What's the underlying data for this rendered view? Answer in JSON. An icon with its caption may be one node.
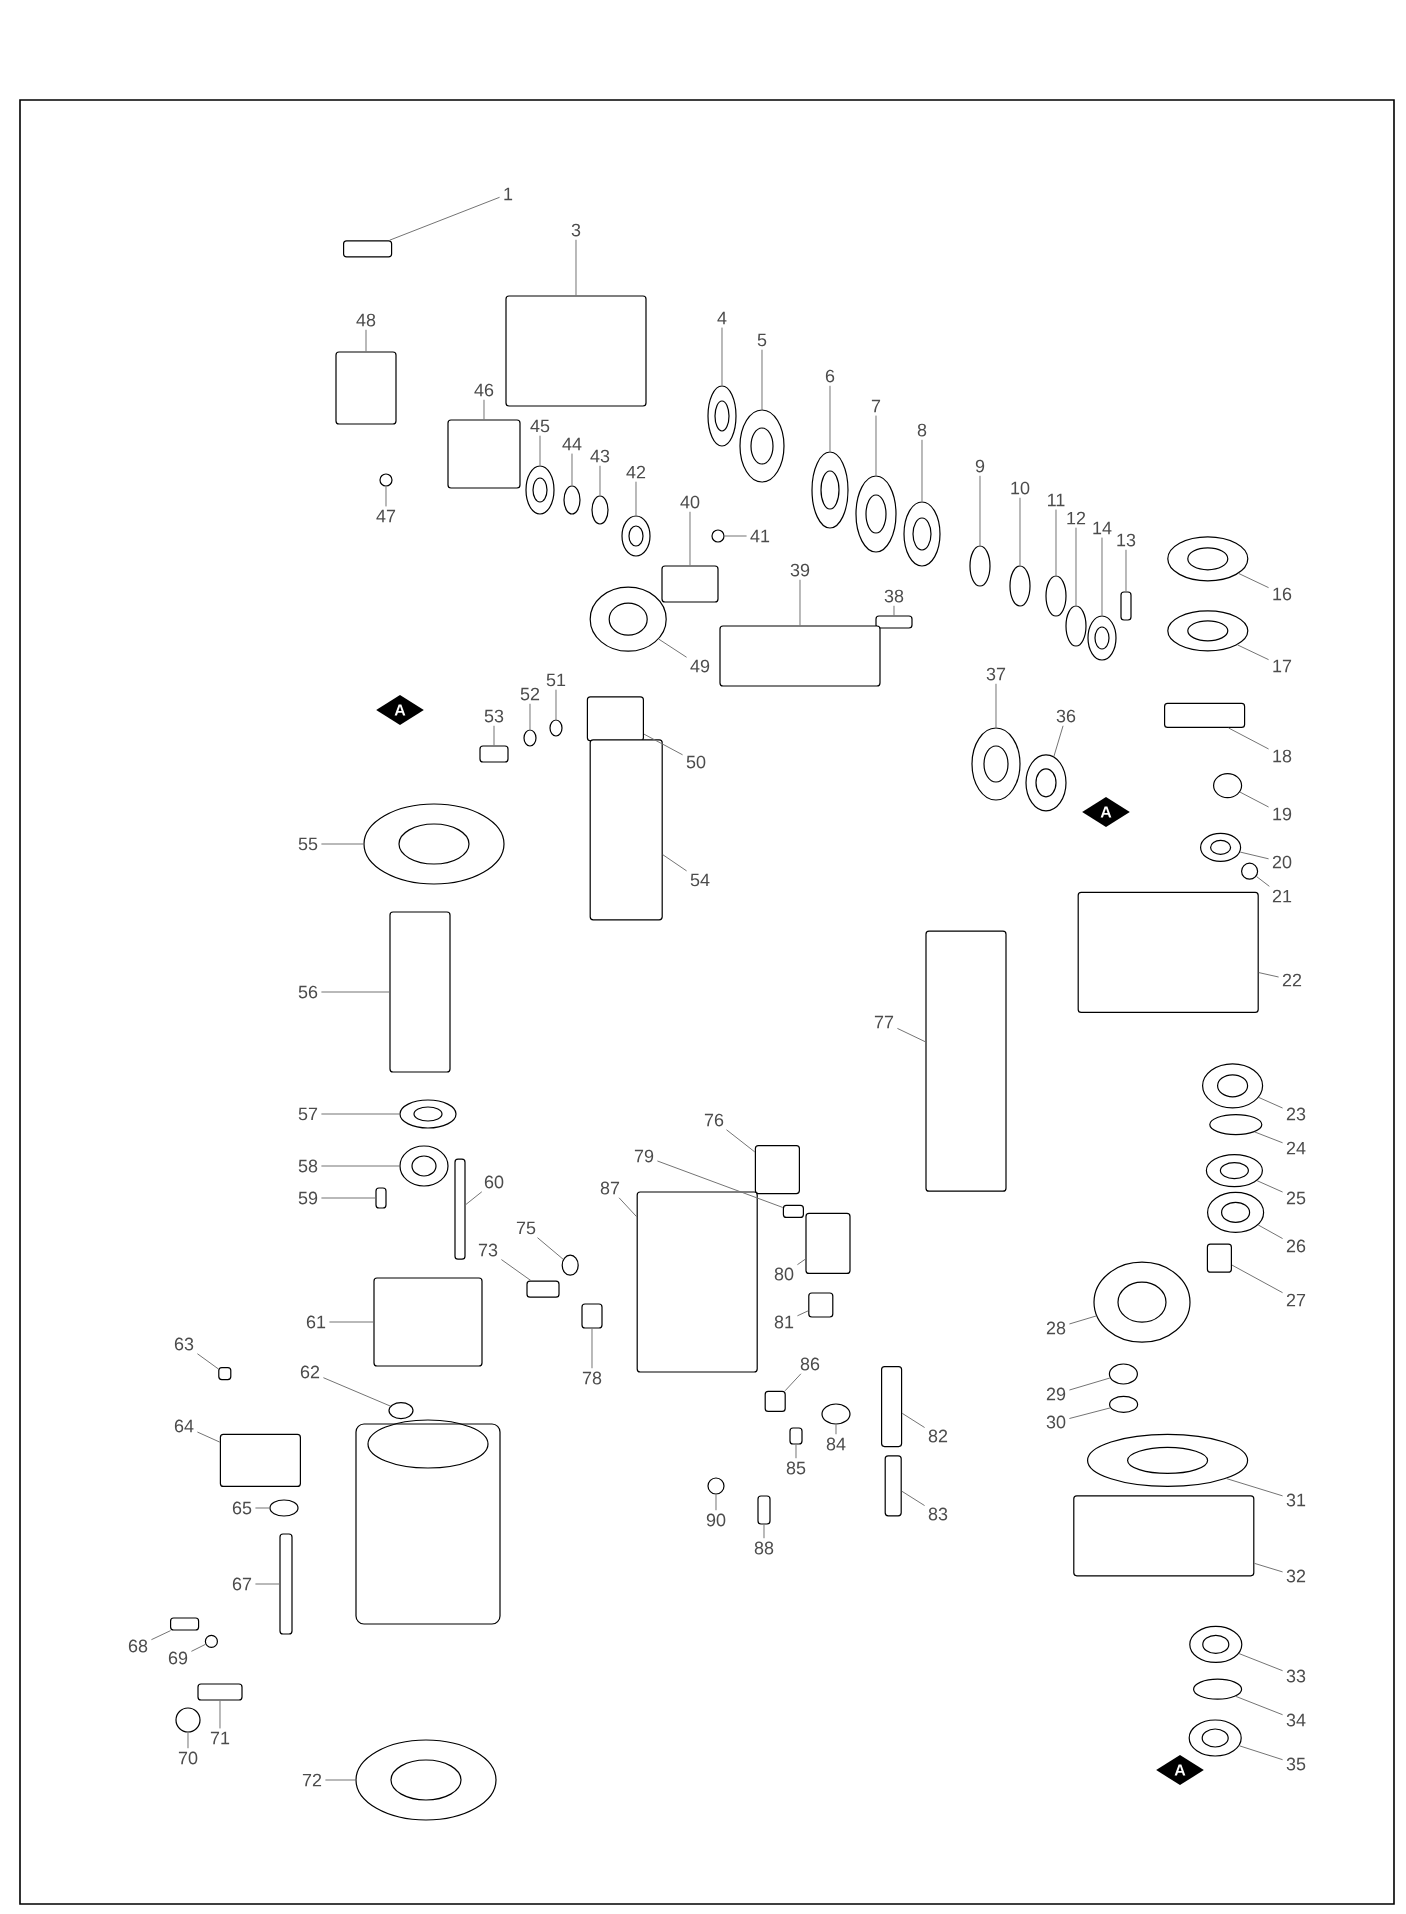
{
  "diagram": {
    "nodes": [
      {
        "text": [
          "1"
        ]
      },
      {
        "text": [
          "3"
        ]
      },
      {
        "text": [
          "4"
        ]
      },
      {
        "text": [
          "5"
        ]
      },
      {
        "text": [
          "6"
        ]
      },
      {
        "text": [
          "7"
        ]
      },
      {
        "text": [
          "8"
        ]
      },
      {
        "text": [
          "9"
        ]
      },
      {
        "text": [
          "10"
        ]
      },
      {
        "text": [
          "11"
        ]
      },
      {
        "text": [
          "12"
        ]
      },
      {
        "text": [
          "13"
        ]
      },
      {
        "text": [
          "14"
        ]
      },
      {
        "text": [
          "16"
        ]
      },
      {
        "text": [
          "17"
        ]
      },
      {
        "text": [
          "18"
        ]
      },
      {
        "text": [
          "19"
        ]
      },
      {
        "text": [
          "20"
        ]
      },
      {
        "text": [
          "21"
        ]
      },
      {
        "text": [
          "22"
        ]
      },
      {
        "text": [
          "23"
        ]
      },
      {
        "text": [
          "24"
        ]
      },
      {
        "text": [
          "25"
        ]
      },
      {
        "text": [
          "26"
        ]
      },
      {
        "text": [
          "27"
        ]
      },
      {
        "text": [
          "28"
        ]
      },
      {
        "text": [
          "29"
        ]
      },
      {
        "text": [
          "30"
        ]
      },
      {
        "text": [
          "31"
        ]
      },
      {
        "text": [
          "32"
        ]
      },
      {
        "text": [
          "33"
        ]
      },
      {
        "text": [
          "34"
        ]
      },
      {
        "text": [
          "35"
        ]
      },
      {
        "text": [
          "36"
        ]
      },
      {
        "text": [
          "37"
        ]
      },
      {
        "text": [
          "38"
        ]
      },
      {
        "text": [
          "39"
        ]
      },
      {
        "text": [
          "40"
        ]
      },
      {
        "text": [
          "41"
        ]
      },
      {
        "text": [
          "42"
        ]
      },
      {
        "text": [
          "43"
        ]
      },
      {
        "text": [
          "44"
        ]
      },
      {
        "text": [
          "45"
        ]
      },
      {
        "text": [
          "46"
        ]
      },
      {
        "text": [
          "47"
        ]
      },
      {
        "text": [
          "48"
        ]
      },
      {
        "text": [
          "49"
        ]
      },
      {
        "text": [
          "50"
        ]
      },
      {
        "text": [
          "51"
        ]
      },
      {
        "text": [
          "52"
        ]
      },
      {
        "text": [
          "53"
        ]
      },
      {
        "text": [
          "54"
        ]
      },
      {
        "text": [
          "55"
        ]
      },
      {
        "text": [
          "56"
        ]
      },
      {
        "text": [
          "57"
        ]
      },
      {
        "text": [
          "58"
        ]
      },
      {
        "text": [
          "59"
        ]
      },
      {
        "text": [
          "60"
        ]
      },
      {
        "text": [
          "61"
        ]
      },
      {
        "text": [
          "62"
        ]
      },
      {
        "text": [
          "63"
        ]
      },
      {
        "text": [
          "64"
        ]
      },
      {
        "text": [
          "65"
        ]
      },
      {
        "text": [
          "67"
        ]
      },
      {
        "text": [
          "68"
        ]
      },
      {
        "text": [
          "69"
        ]
      },
      {
        "text": [
          "70"
        ]
      },
      {
        "text": [
          "71"
        ]
      },
      {
        "text": [
          "72"
        ]
      },
      {
        "text": [
          "73"
        ]
      },
      {
        "text": [
          "75"
        ]
      },
      {
        "text": [
          "76"
        ]
      },
      {
        "text": [
          "77"
        ]
      },
      {
        "text": [
          "78"
        ]
      },
      {
        "text": [
          "79"
        ]
      },
      {
        "text": [
          "80"
        ]
      },
      {
        "text": [
          "81"
        ]
      },
      {
        "text": [
          "82"
        ]
      },
      {
        "text": [
          "83"
        ]
      },
      {
        "text": [
          "84"
        ]
      },
      {
        "text": [
          "85"
        ]
      },
      {
        "text": [
          "86"
        ]
      },
      {
        "text": [
          "87"
        ]
      },
      {
        "text": [
          "88"
        ]
      },
      {
        "text": [
          "90"
        ]
      },
      {
        "text": [],
        "shape": "box"
      },
      {
        "text": [],
        "shape": "box"
      },
      {
        "text": [],
        "shape": "ellipse"
      },
      {
        "text": [],
        "shape": "ellipse"
      },
      {
        "text": [],
        "shape": "ellipse"
      },
      {
        "text": [],
        "shape": "ellipse"
      },
      {
        "text": [],
        "shape": "ellipse"
      },
      {
        "text": [],
        "shape": "ellipse"
      },
      {
        "text": [],
        "shape": "ellipse"
      },
      {
        "text": [],
        "shape": "ellipse"
      },
      {
        "text": [],
        "shape": "ellipse"
      },
      {
        "text": [],
        "shape": "box"
      },
      {
        "text": [],
        "shape": "ellipse"
      },
      {
        "text": [],
        "shape": "ellipse"
      },
      {
        "text": [],
        "shape": "ellipse"
      },
      {
        "text": [],
        "shape": "box"
      },
      {
        "text": [],
        "shape": "ellipse"
      },
      {
        "text": [],
        "shape": "ellipse"
      },
      {
        "text": [],
        "shape": "ellipse"
      },
      {
        "text": [],
        "shape": "box"
      },
      {
        "text": [],
        "shape": "ellipse"
      },
      {
        "text": [],
        "shape": "ellipse"
      },
      {
        "text": [],
        "shape": "ellipse"
      },
      {
        "text": [],
        "shape": "ellipse"
      },
      {
        "text": [],
        "shape": "box"
      },
      {
        "text": [],
        "shape": "ellipse"
      },
      {
        "text": [],
        "shape": "ellipse"
      },
      {
        "text": [],
        "shape": "ellipse"
      },
      {
        "text": [],
        "shape": "ellipse"
      },
      {
        "text": [],
        "shape": "box"
      },
      {
        "text": [],
        "shape": "ellipse"
      },
      {
        "text": [],
        "shape": "ellipse"
      },
      {
        "text": [],
        "shape": "ellipse"
      },
      {
        "text": [],
        "shape": "ellipse"
      },
      {
        "text": [],
        "shape": "ellipse"
      },
      {
        "text": [],
        "shape": "box"
      },
      {
        "text": [],
        "shape": "box"
      },
      {
        "text": [],
        "shape": "box"
      },
      {
        "text": [],
        "shape": "ellipse"
      },
      {
        "text": [],
        "shape": "ellipse"
      },
      {
        "text": [],
        "shape": "ellipse"
      },
      {
        "text": [],
        "shape": "ellipse"
      },
      {
        "text": [],
        "shape": "ellipse"
      },
      {
        "text": [],
        "shape": "box"
      },
      {
        "text": [],
        "shape": "ellipse"
      },
      {
        "text": [],
        "shape": "box"
      },
      {
        "text": [],
        "shape": "ellipse"
      },
      {
        "text": [],
        "shape": "box"
      },
      {
        "text": [],
        "shape": "ellipse"
      },
      {
        "text": [],
        "shape": "ellipse"
      },
      {
        "text": [],
        "shape": "box"
      },
      {
        "text": [],
        "shape": "box"
      },
      {
        "text": [],
        "shape": "ellipse"
      },
      {
        "text": [],
        "shape": "box"
      },
      {
        "text": [],
        "shape": "ellipse"
      },
      {
        "text": [],
        "shape": "ellipse"
      },
      {
        "text": [],
        "shape": "box"
      },
      {
        "text": [],
        "shape": "box"
      },
      {
        "text": [],
        "shape": "box"
      },
      {
        "text": [],
        "shape": "ellipse"
      },
      {
        "text": [],
        "shape": "box"
      },
      {
        "text": [],
        "shape": "box"
      },
      {
        "text": [],
        "shape": "ellipse"
      },
      {
        "text": [],
        "shape": "box"
      },
      {
        "text": [],
        "shape": "box"
      },
      {
        "text": [],
        "shape": "ellipse"
      },
      {
        "text": [],
        "shape": "ellipse"
      },
      {
        "text": [],
        "shape": "box"
      },
      {
        "text": [],
        "shape": "ellipse"
      },
      {
        "text": [],
        "shape": "box"
      },
      {
        "text": [],
        "shape": "ellipse"
      },
      {
        "text": [],
        "shape": "box"
      },
      {
        "text": [],
        "shape": "box"
      },
      {
        "text": [],
        "shape": "box"
      },
      {
        "text": [],
        "shape": "box"
      },
      {
        "text": [],
        "shape": "box"
      },
      {
        "text": [],
        "shape": "box"
      },
      {
        "text": [],
        "shape": "box"
      },
      {
        "text": [],
        "shape": "box"
      },
      {
        "text": [],
        "shape": "ellipse"
      },
      {
        "text": [],
        "shape": "box"
      },
      {
        "text": [],
        "shape": "box"
      },
      {
        "text": [],
        "shape": "box"
      },
      {
        "text": [],
        "shape": "box"
      },
      {
        "text": [],
        "shape": "ellipse"
      }
    ],
    "edges": [
      {
        "from": 0,
        "to": 85,
        "arrow": "none"
      },
      {
        "from": 1,
        "to": 86,
        "arrow": "none"
      },
      {
        "from": 2,
        "to": 87,
        "arrow": "none"
      },
      {
        "from": 3,
        "to": 88,
        "arrow": "none"
      },
      {
        "from": 4,
        "to": 89,
        "arrow": "none"
      },
      {
        "from": 5,
        "to": 90,
        "arrow": "none"
      },
      {
        "from": 6,
        "to": 91,
        "arrow": "none"
      },
      {
        "from": 7,
        "to": 92,
        "arrow": "none"
      },
      {
        "from": 8,
        "to": 93,
        "arrow": "none"
      },
      {
        "from": 9,
        "to": 94,
        "arrow": "none"
      },
      {
        "from": 10,
        "to": 95,
        "arrow": "none"
      },
      {
        "from": 11,
        "to": 96,
        "arrow": "none"
      },
      {
        "from": 12,
        "to": 97,
        "arrow": "none"
      },
      {
        "from": 13,
        "to": 98,
        "arrow": "none"
      },
      {
        "from": 14,
        "to": 99,
        "arrow": "none"
      },
      {
        "from": 15,
        "to": 100,
        "arrow": "none"
      },
      {
        "from": 16,
        "to": 101,
        "arrow": "none"
      },
      {
        "from": 17,
        "to": 102,
        "arrow": "none"
      },
      {
        "from": 18,
        "to": 103,
        "arrow": "none"
      },
      {
        "from": 19,
        "to": 104,
        "arrow": "none"
      },
      {
        "from": 20,
        "to": 105,
        "arrow": "none"
      },
      {
        "from": 21,
        "to": 106,
        "arrow": "none"
      },
      {
        "from": 22,
        "to": 107,
        "arrow": "none"
      },
      {
        "from": 23,
        "to": 108,
        "arrow": "none"
      },
      {
        "from": 24,
        "to": 109,
        "arrow": "none"
      },
      {
        "from": 25,
        "to": 110,
        "arrow": "none"
      },
      {
        "from": 26,
        "to": 111,
        "arrow": "none"
      },
      {
        "from": 27,
        "to": 112,
        "arrow": "none"
      },
      {
        "from": 28,
        "to": 113,
        "arrow": "none"
      },
      {
        "from": 29,
        "to": 114,
        "arrow": "none"
      },
      {
        "from": 30,
        "to": 115,
        "arrow": "none"
      },
      {
        "from": 31,
        "to": 116,
        "arrow": "none"
      },
      {
        "from": 32,
        "to": 117,
        "arrow": "none"
      },
      {
        "from": 33,
        "to": 118,
        "arrow": "none"
      },
      {
        "from": 34,
        "to": 119,
        "arrow": "none"
      },
      {
        "from": 35,
        "to": 120,
        "arrow": "none"
      },
      {
        "from": 36,
        "to": 121,
        "arrow": "none"
      },
      {
        "from": 37,
        "to": 122,
        "arrow": "none"
      },
      {
        "from": 38,
        "to": 123,
        "arrow": "none"
      },
      {
        "from": 39,
        "to": 124,
        "arrow": "none"
      },
      {
        "from": 40,
        "to": 125,
        "arrow": "none"
      },
      {
        "from": 41,
        "to": 126,
        "arrow": "none"
      },
      {
        "from": 42,
        "to": 127,
        "arrow": "none"
      },
      {
        "from": 43,
        "to": 128,
        "arrow": "none"
      },
      {
        "from": 44,
        "to": 129,
        "arrow": "none"
      },
      {
        "from": 45,
        "to": 130,
        "arrow": "none"
      },
      {
        "from": 46,
        "to": 131,
        "arrow": "none"
      },
      {
        "from": 47,
        "to": 132,
        "arrow": "none"
      },
      {
        "from": 48,
        "to": 133,
        "arrow": "none"
      },
      {
        "from": 49,
        "to": 134,
        "arrow": "none"
      },
      {
        "from": 50,
        "to": 135,
        "arrow": "none"
      },
      {
        "from": 51,
        "to": 136,
        "arrow": "none"
      },
      {
        "from": 52,
        "to": 137,
        "arrow": "none"
      },
      {
        "from": 53,
        "to": 138,
        "arrow": "none"
      },
      {
        "from": 54,
        "to": 139,
        "arrow": "none"
      },
      {
        "from": 55,
        "to": 140,
        "arrow": "none"
      },
      {
        "from": 56,
        "to": 141,
        "arrow": "none"
      },
      {
        "from": 57,
        "to": 142,
        "arrow": "none"
      },
      {
        "from": 58,
        "to": 143,
        "arrow": "none"
      },
      {
        "from": 59,
        "to": 144,
        "arrow": "none"
      },
      {
        "from": 60,
        "to": 145,
        "arrow": "none"
      },
      {
        "from": 61,
        "to": 146,
        "arrow": "none"
      },
      {
        "from": 62,
        "to": 147,
        "arrow": "none"
      },
      {
        "from": 63,
        "to": 148,
        "arrow": "none"
      },
      {
        "from": 64,
        "to": 149,
        "arrow": "none"
      },
      {
        "from": 65,
        "to": 150,
        "arrow": "none"
      },
      {
        "from": 66,
        "to": 151,
        "arrow": "none"
      },
      {
        "from": 67,
        "to": 152,
        "arrow": "none"
      },
      {
        "from": 68,
        "to": 153,
        "arrow": "none"
      },
      {
        "from": 69,
        "to": 154,
        "arrow": "none"
      },
      {
        "from": 70,
        "to": 155,
        "arrow": "none"
      },
      {
        "from": 71,
        "to": 156,
        "arrow": "none"
      },
      {
        "from": 72,
        "to": 157,
        "arrow": "none"
      },
      {
        "from": 73,
        "to": 158,
        "arrow": "none"
      },
      {
        "from": 74,
        "to": 159,
        "arrow": "none"
      },
      {
        "from": 75,
        "to": 160,
        "arrow": "none"
      },
      {
        "from": 76,
        "to": 161,
        "arrow": "none"
      },
      {
        "from": 77,
        "to": 162,
        "arrow": "none"
      },
      {
        "from": 78,
        "to": 163,
        "arrow": "none"
      },
      {
        "from": 79,
        "to": 164,
        "arrow": "none"
      },
      {
        "from": 80,
        "to": 165,
        "arrow": "none"
      },
      {
        "from": 81,
        "to": 166,
        "arrow": "none"
      },
      {
        "from": 82,
        "to": 167,
        "arrow": "none"
      },
      {
        "from": 83,
        "to": 168,
        "arrow": "none"
      },
      {
        "from": 84,
        "to": 169,
        "arrow": "none"
      }
    ],
    "labels": [
      "A",
      "A",
      "A"
    ]
  }
}
